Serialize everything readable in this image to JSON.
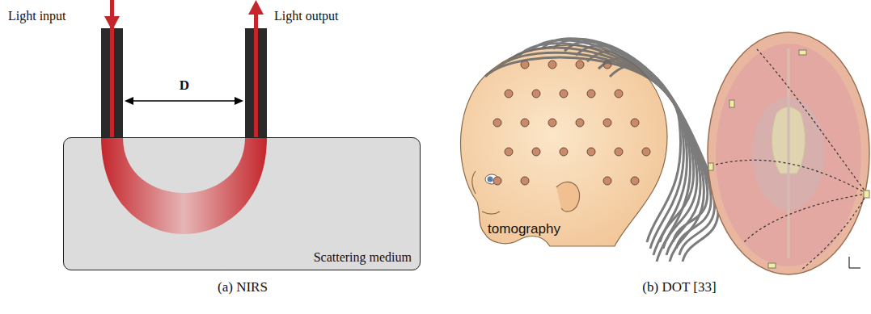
{
  "diagram": {
    "nodes": [
      {
        "text": [
          "Scattering medium"
        ]
      }
    ],
    "labels": [
      "Light input",
      "Light output",
      "D",
      "tomography",
      "(a) NIRS",
      "(b) DOT [33]"
    ]
  }
}
